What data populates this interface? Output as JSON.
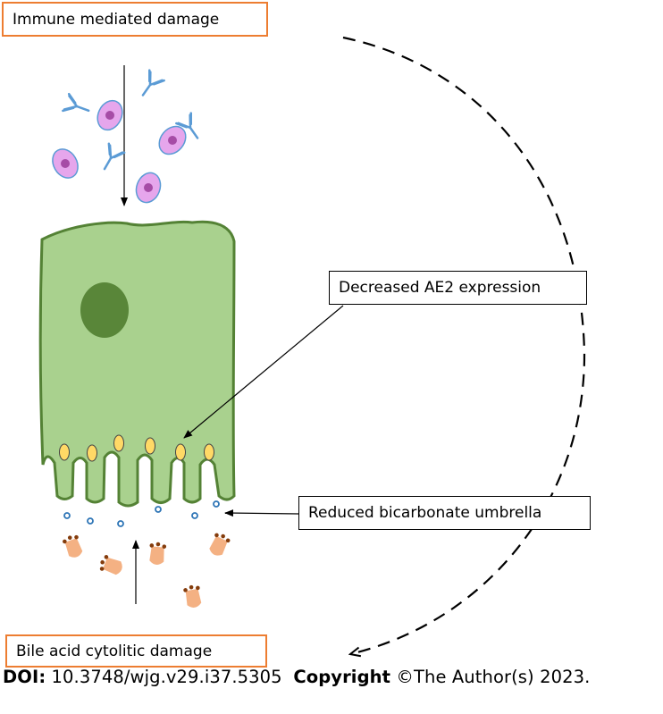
{
  "labels": {
    "immune": "Immune mediated damage",
    "ae2": "Decreased AE2 expression",
    "bicarbonate": "Reduced bicarbonate umbrella",
    "bile": "Bile acid cytolitic damage"
  },
  "footer": {
    "doi_label": "DOI:",
    "doi_value": "10.3748/wjg.v29.i37.5305",
    "copyright_label": "Copyright",
    "copyright_value": "©The Author(s) 2023."
  },
  "colors": {
    "accent_box": "#ED7D31",
    "cell_fill": "#A9D18E",
    "cell_stroke": "#548235",
    "nucleus": "#548235",
    "antibody": "#5B9BD5",
    "immune_cell_fill": "#E6A6EC",
    "immune_cell_nucleus": "#A64CA6",
    "transporter": "#FFD966",
    "bile_acid": "#F4B183",
    "bile_acid_dots": "#843C0C"
  },
  "icons": {
    "antibody": "antibody-icon",
    "immune_cell": "immune-cell-icon",
    "bicarbonate": "bicarbonate-bubble-icon",
    "bile_acid": "bile-acid-icon",
    "transporter": "ae2-transporter-icon"
  }
}
